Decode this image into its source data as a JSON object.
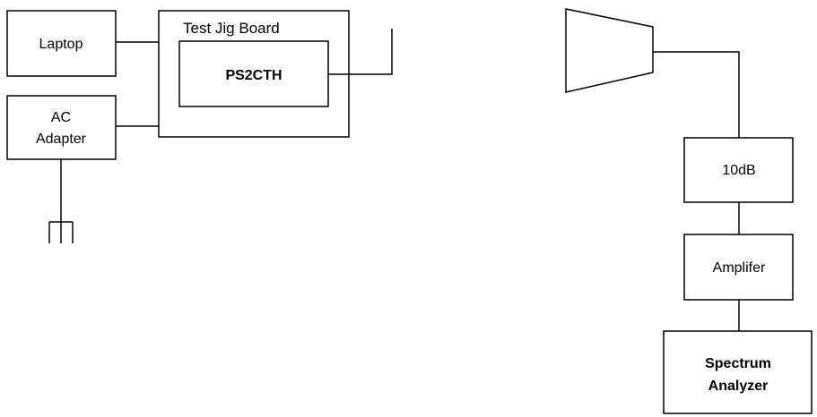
{
  "diagram": {
    "jig_board": {
      "title": "Test Jig Board"
    },
    "dut": {
      "label": "PS2CTH"
    },
    "laptop": {
      "label": "Laptop"
    },
    "ac_adapter": {
      "label_line1": "AC",
      "label_line2": "Adapter"
    },
    "attenuator": {
      "label": "10dB"
    },
    "amplifier": {
      "label": "Amplifer"
    },
    "spectrum_analyzer": {
      "label_line1": "Spectrum",
      "label_line2": "Analyzer"
    },
    "stroke_color": "#000000",
    "background_color": "#ffffff",
    "icons": [
      "antenna-whip-icon",
      "horn-antenna-icon",
      "ground-plug-icon"
    ]
  }
}
